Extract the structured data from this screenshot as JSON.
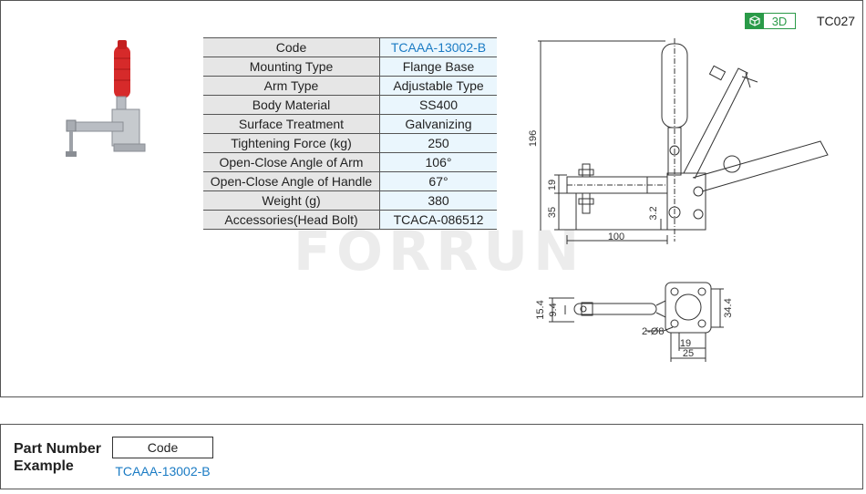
{
  "header": {
    "badge_3d": "3D",
    "series_code": "TC027"
  },
  "specs": [
    {
      "key": "Code",
      "value": "TCAAA-13002-B"
    },
    {
      "key": "Mounting Type",
      "value": "Flange Base"
    },
    {
      "key": "Arm Type",
      "value": "Adjustable Type"
    },
    {
      "key": "Body Material",
      "value": "SS400"
    },
    {
      "key": "Surface Treatment",
      "value": "Galvanizing"
    },
    {
      "key": "Tightening Force (kg)",
      "value": "250"
    },
    {
      "key": "Open-Close Angle of Arm",
      "value": "106°"
    },
    {
      "key": "Open-Close  Angle of Handle",
      "value": "67°"
    },
    {
      "key": "Weight (g)",
      "value": "380"
    },
    {
      "key": "Accessories(Head Bolt)",
      "value": "TCACA-086512"
    }
  ],
  "watermark": "FORRUN",
  "drawing": {
    "dim_196": "196",
    "dim_19": "19",
    "dim_35": "35",
    "dim_3_2": "3.2",
    "dim_100": "100",
    "dim_15_4": "15.4",
    "dim_9_4": "9.4",
    "dim_34_4": "34.4",
    "dim_hole": "2-Ø8",
    "dim_19b": "19",
    "dim_25": "25"
  },
  "part_number": {
    "label_line1": "Part Number",
    "label_line2": "Example",
    "code_header": "Code",
    "code_example": "TCAAA-13002-B"
  },
  "colors": {
    "accent_blue": "#1a7bc4",
    "green_3d": "#2a9a48",
    "handle_red": "#d62a2a",
    "key_bg": "#e6e6e6",
    "value_bg": "#eaf6fd"
  }
}
